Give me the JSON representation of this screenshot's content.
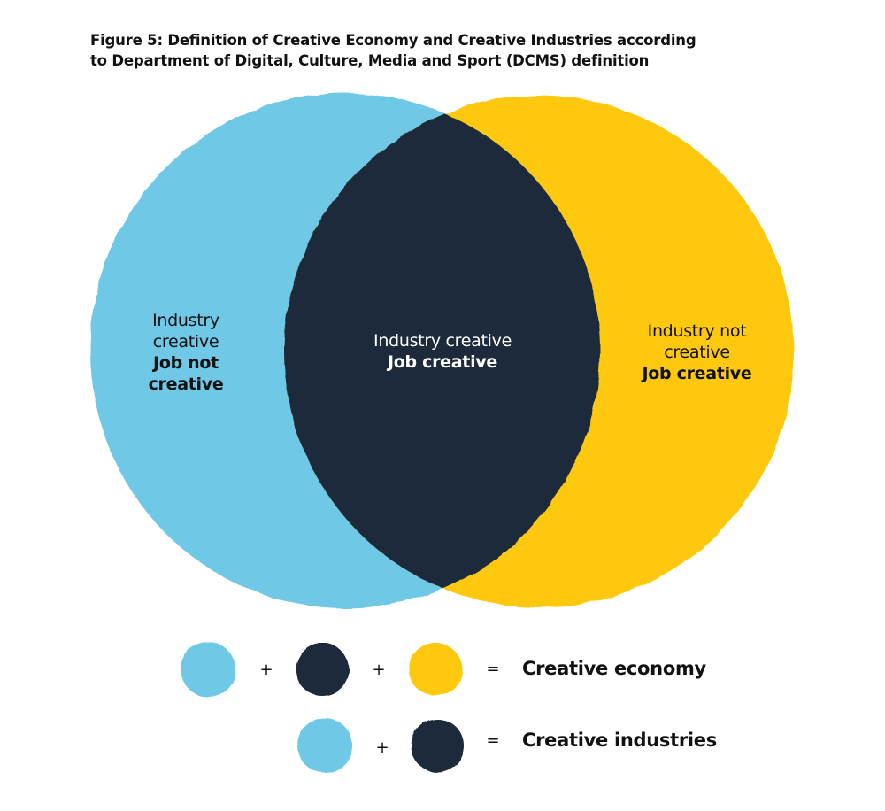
{
  "figure": {
    "title_line1": "Figure 5: Definition of Creative Economy and Creative Industries according",
    "title_line2": "to Department of Digital, Culture, Media and Sport (DCMS) definition"
  },
  "colors": {
    "blue": "#6EC8E6",
    "navy": "#1F2A3B",
    "yellow": "#FDC80A",
    "background": "#FFFFFF"
  },
  "venn": {
    "left": {
      "line1": "Industry",
      "line2": "creative",
      "bold1": "Job not",
      "bold2": "creative",
      "color": "#6EC8E6"
    },
    "middle": {
      "line1": "Industry creative",
      "bold1": "Job creative",
      "color": "#1F2A3B"
    },
    "right": {
      "line1": "Industry not",
      "line2": "creative",
      "bold1": "Job creative",
      "color": "#FDC80A"
    }
  },
  "legend": {
    "rows": [
      {
        "terms": [
          "blue",
          "navy",
          "yellow"
        ],
        "plus": "+",
        "equals": "=",
        "label": "Creative economy"
      },
      {
        "terms": [
          "blue",
          "navy"
        ],
        "plus": "+",
        "equals": "=",
        "label": "Creative industries"
      }
    ]
  }
}
